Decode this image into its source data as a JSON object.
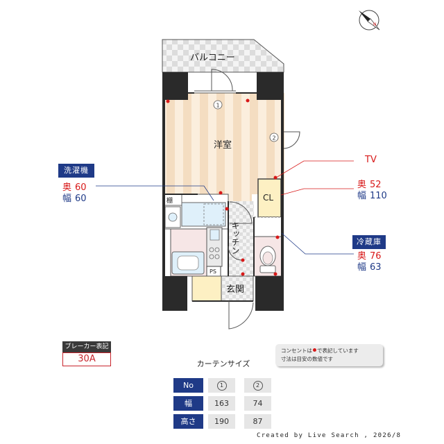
{
  "plan": {
    "rooms": {
      "balcony": "バルコニー",
      "western_room": "洋室",
      "closet": "CL",
      "shelf": "棚",
      "kitchen": "キッチン",
      "entrance": "玄関",
      "ps": "PS"
    },
    "window_markers": [
      "1",
      "2"
    ],
    "tv_label": "TV"
  },
  "washer": {
    "title": "洗濯機",
    "depth_key": "奥",
    "depth_value": "60",
    "width_key": "幅",
    "width_value": "60"
  },
  "closet_spec": {
    "depth_key": "奥",
    "depth_value": "52",
    "width_key": "幅",
    "width_value": "110"
  },
  "fridge": {
    "title": "冷蔵庫",
    "depth_key": "奥",
    "depth_value": "76",
    "width_key": "幅",
    "width_value": "63"
  },
  "breaker": {
    "label": "ブレーカー表記",
    "value": "30A"
  },
  "notes": {
    "line1_before": "コンセントは",
    "line1_after": "で表記しています",
    "line2": "寸法は目安の数値です"
  },
  "curtain": {
    "title": "カーテンサイズ",
    "header": {
      "label": "No",
      "col1": "1",
      "col2": "2"
    },
    "rows": [
      {
        "label": "幅",
        "col1": "163",
        "col2": "74"
      },
      {
        "label": "高さ",
        "col1": "190",
        "col2": "87"
      }
    ]
  },
  "footer": "Created by Live Search , 2026/8",
  "colors": {
    "accent_blue": "#1f3a87",
    "outlet_red": "#d81818",
    "wall": "#2a2a2a",
    "floor_stripe_a": "#f4ddc1",
    "floor_stripe_b": "#fbeedd",
    "tile_gray": "#e2e2e2",
    "bath_blue": "#dff0fa",
    "toilet_pink": "#f6e6e6",
    "entry_yellow": "#fdf0c3"
  }
}
